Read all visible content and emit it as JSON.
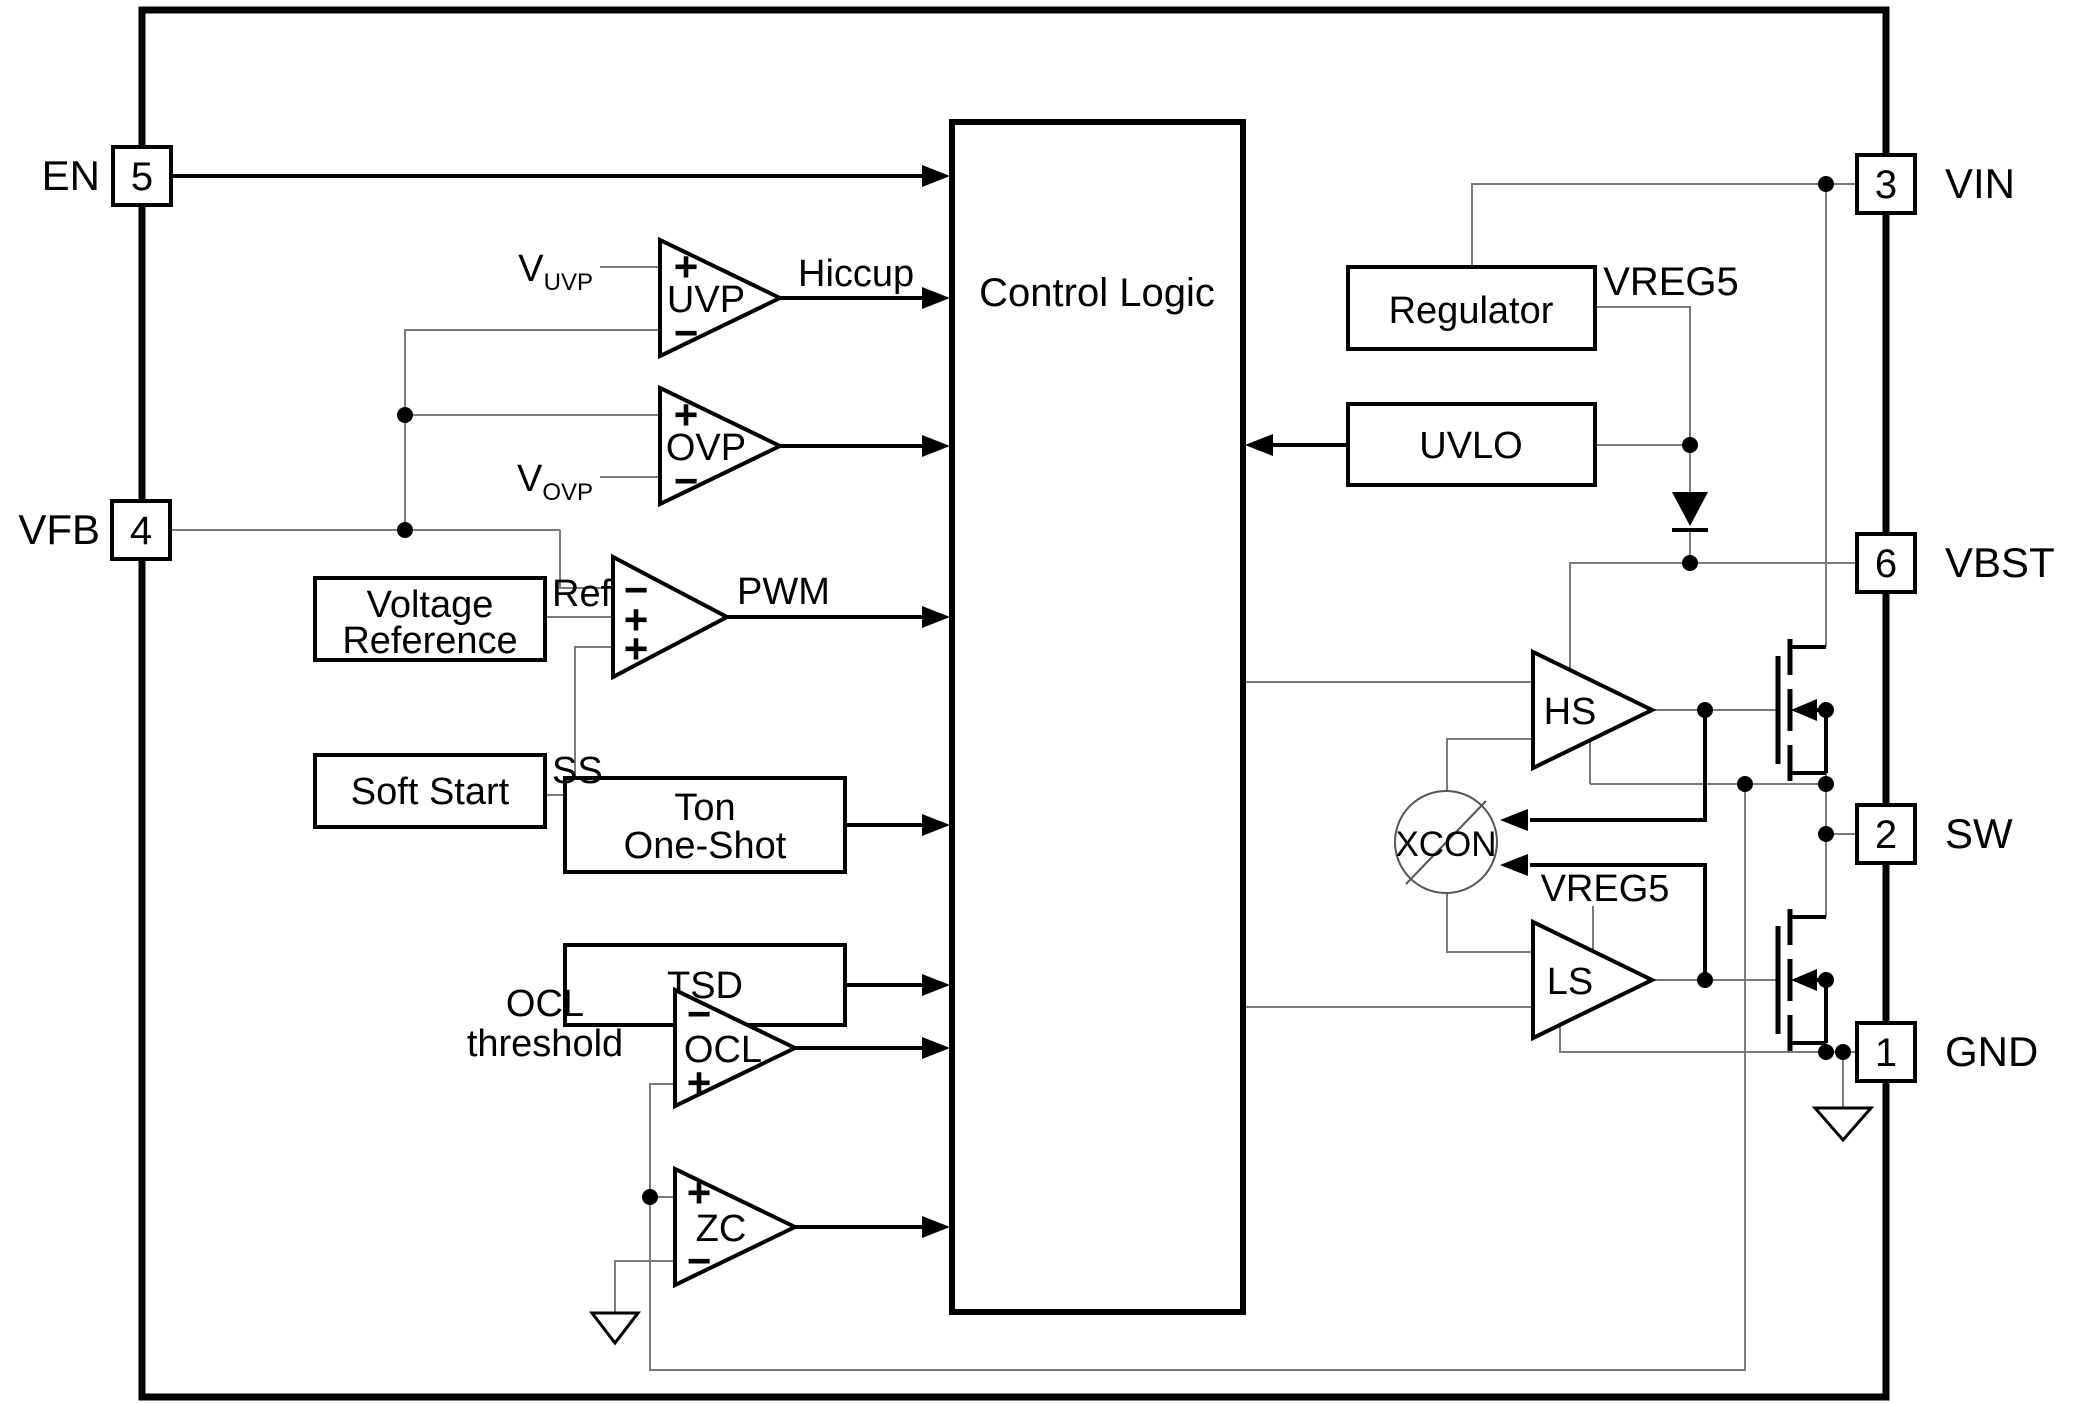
{
  "diagram": {
    "pins": {
      "en": {
        "number": "5",
        "label": "EN"
      },
      "vfb": {
        "number": "4",
        "label": "VFB"
      },
      "vin": {
        "number": "3",
        "label": "VIN"
      },
      "vbst": {
        "number": "6",
        "label": "VBST"
      },
      "sw": {
        "number": "2",
        "label": "SW"
      },
      "gnd": {
        "number": "1",
        "label": "GND"
      }
    },
    "blocks": {
      "control_logic": "Control Logic",
      "regulator": "Regulator",
      "uvlo": "UVLO",
      "voltage_reference_line1": "Voltage",
      "voltage_reference_line2": "Reference",
      "soft_start": "Soft Start",
      "ton_one_shot_line1": "Ton",
      "ton_one_shot_line2": "One-Shot",
      "tsd": "TSD"
    },
    "comparators": {
      "uvp": "UVP",
      "ovp": "OVP",
      "ocl": "OCL",
      "zc": "ZC",
      "plus": "+",
      "minus": "−"
    },
    "drivers": {
      "hs": "HS",
      "ls": "LS",
      "xcon": "XCON"
    },
    "labels": {
      "hiccup": "Hiccup",
      "pwm": "PWM",
      "ref": "Ref",
      "ss": "SS",
      "vreg5": "VREG5",
      "v": "V",
      "uvp_sub": "UVP",
      "ovp_sub": "OVP",
      "ocl_threshold_line1": "OCL",
      "ocl_threshold_line2": "threshold"
    }
  },
  "colors": {
    "ink": "#000000",
    "background": "#ffffff",
    "thin_wire": "#7a7a7a"
  }
}
